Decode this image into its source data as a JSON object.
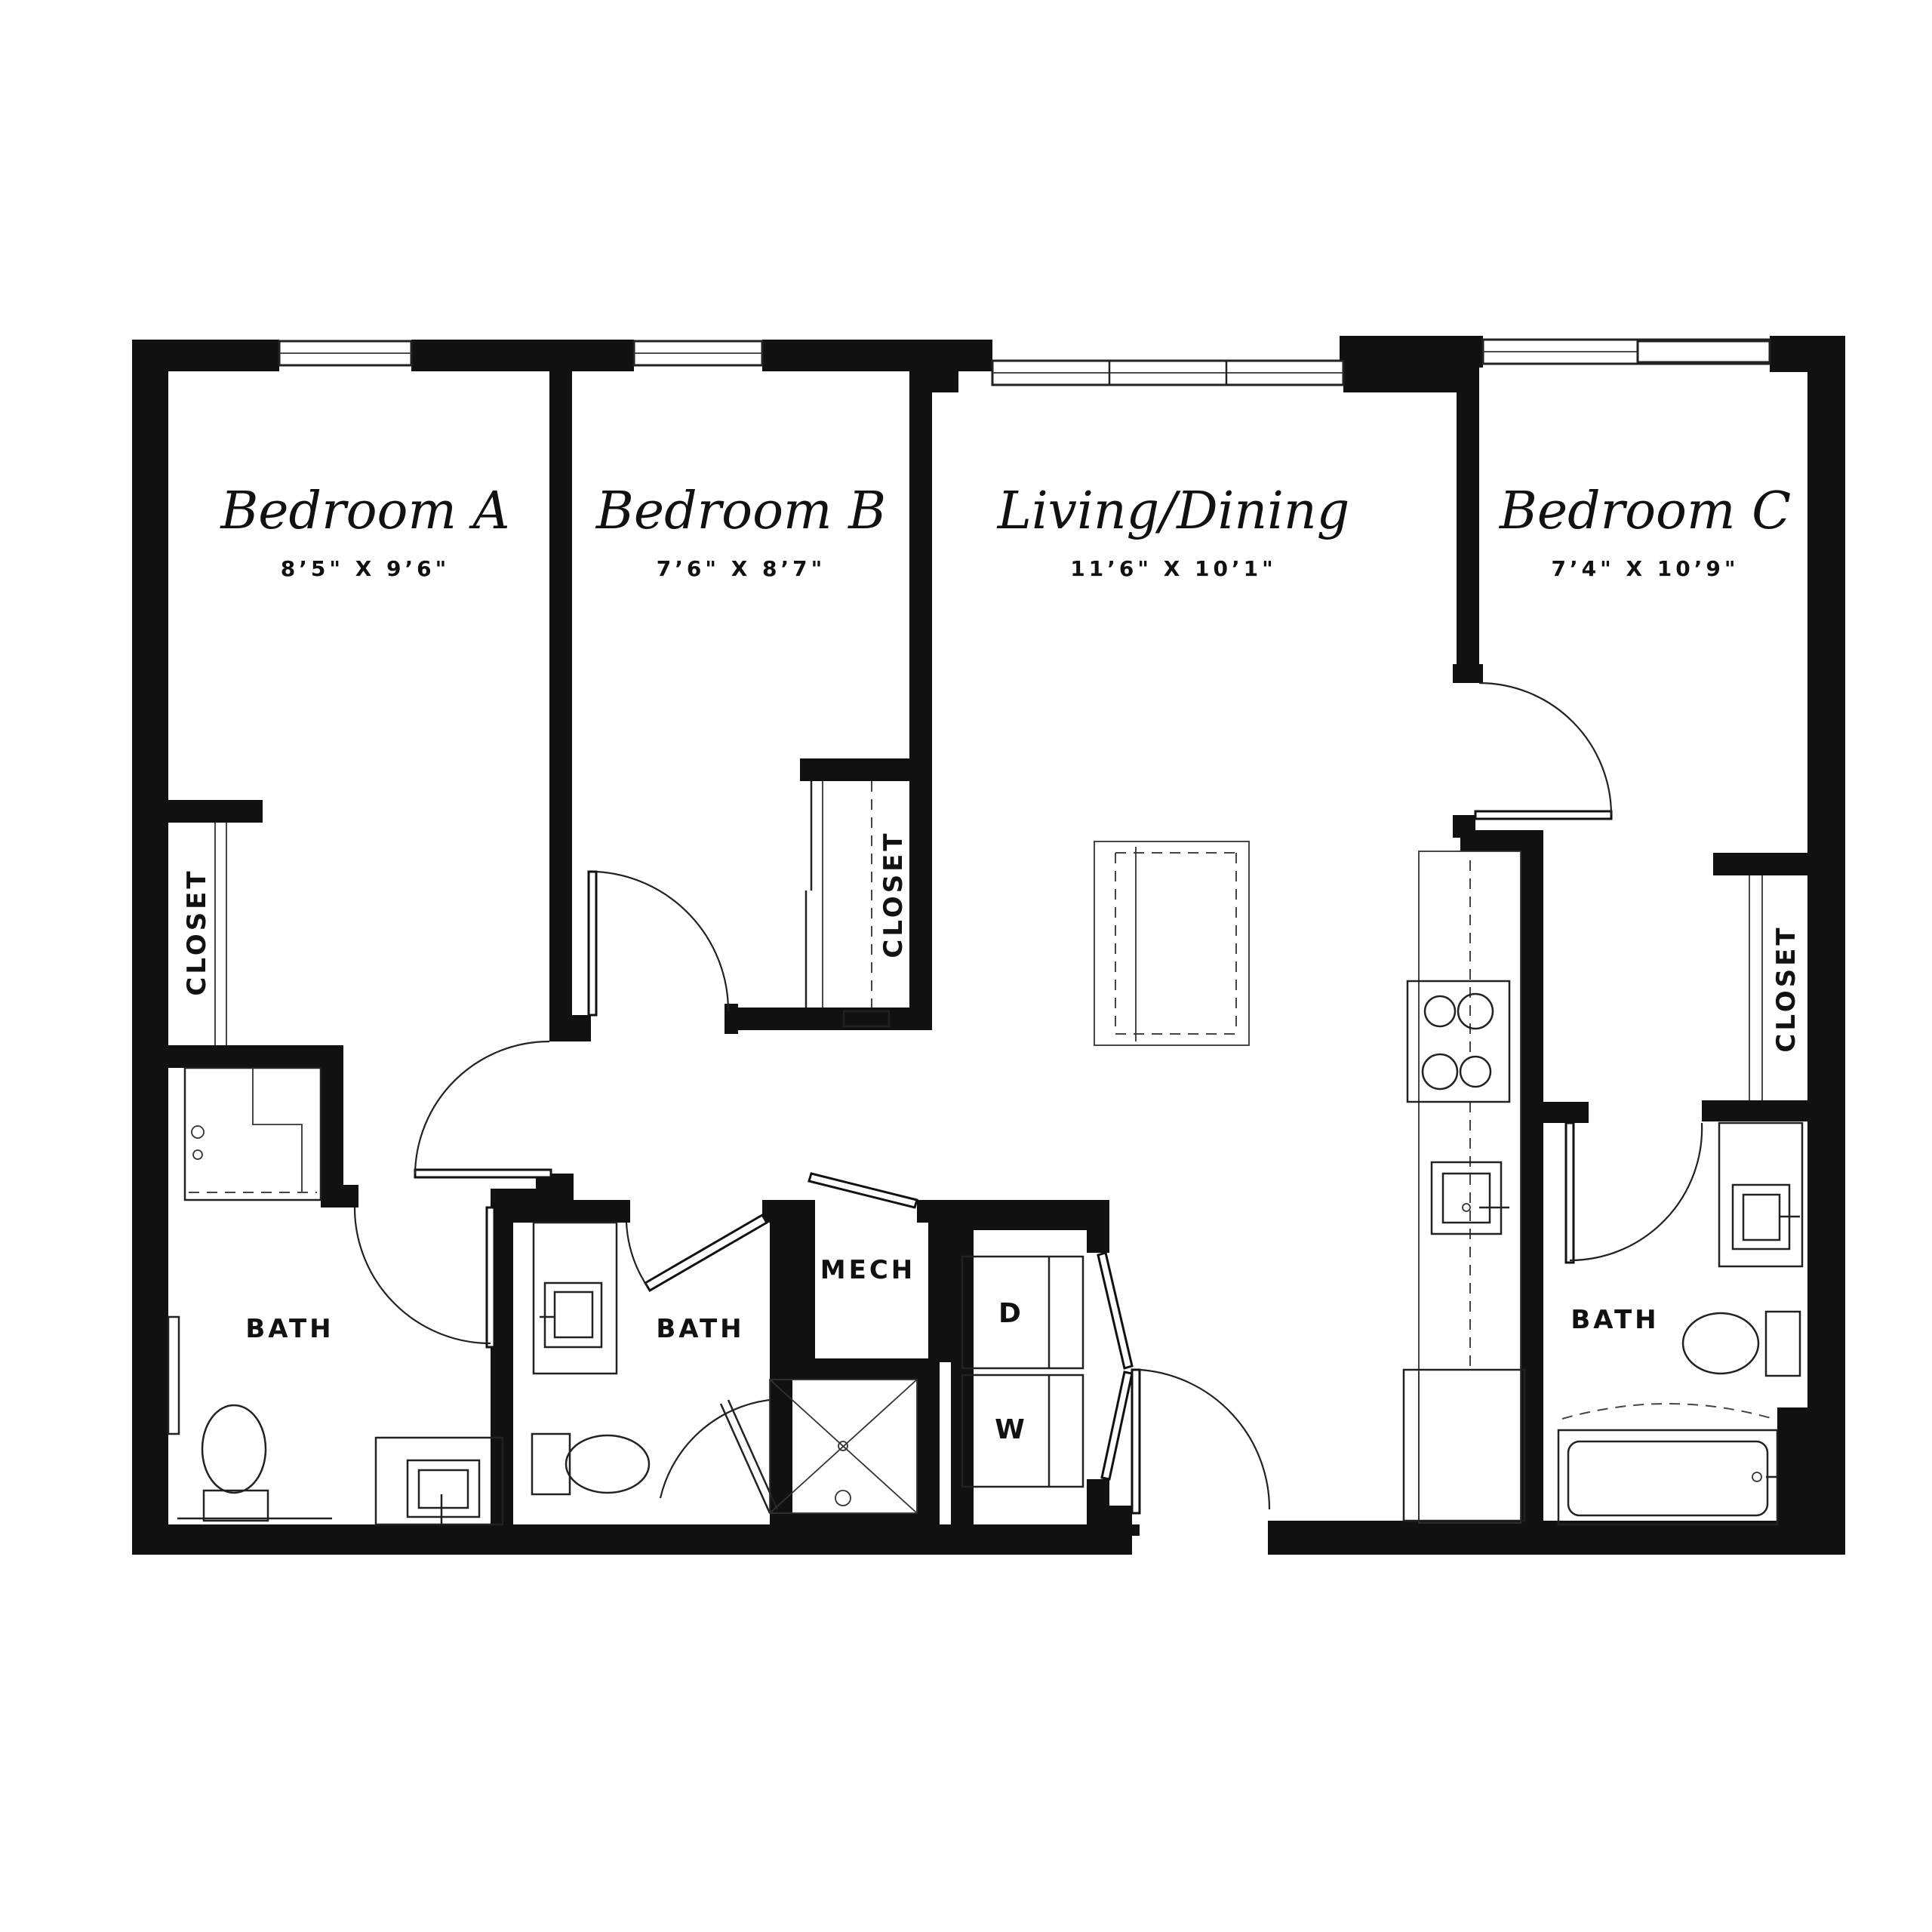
{
  "rooms": {
    "bedroom_a": {
      "name": "Bedroom A",
      "dims": "8’5\" X 9’6\""
    },
    "bedroom_b": {
      "name": "Bedroom B",
      "dims": "7’6\" X 8’7\""
    },
    "living_dining": {
      "name": "Living/Dining",
      "dims": "11’6\" X 10’1\""
    },
    "bedroom_c": {
      "name": "Bedroom C",
      "dims": "7’4\" X 10’9\""
    }
  },
  "labels": {
    "closet_a": "CLOSET",
    "closet_b": "CLOSET",
    "closet_c": "CLOSET",
    "bath_a": "BATH",
    "bath_b": "BATH",
    "bath_c": "BATH",
    "mech": "MECH",
    "dryer": "D",
    "washer": "W"
  }
}
